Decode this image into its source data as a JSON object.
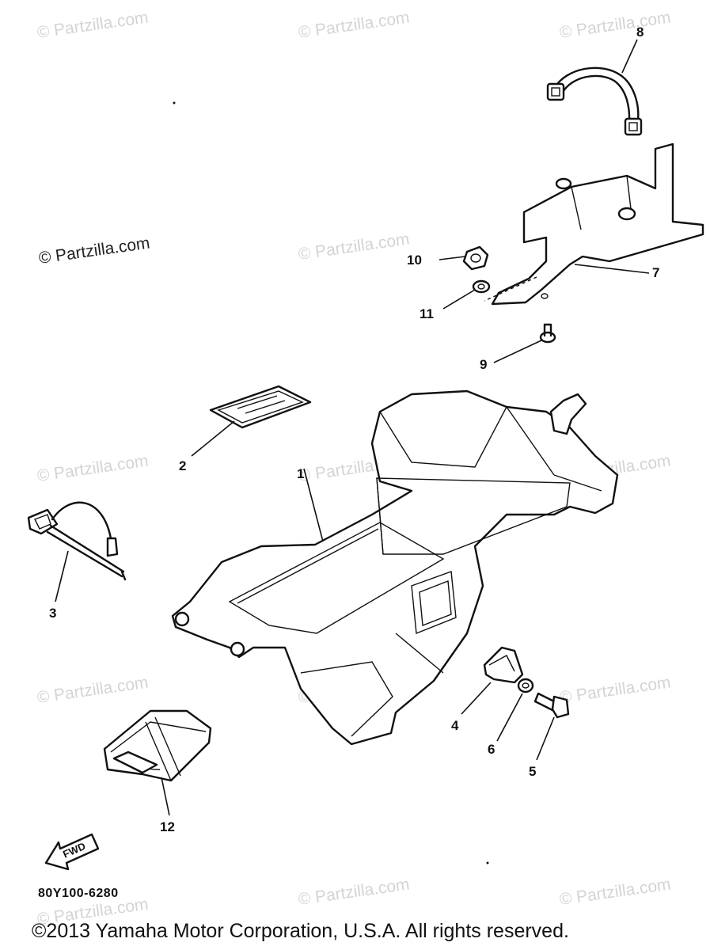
{
  "watermark": {
    "text": "© Partzilla.com",
    "light_color": "#d4d4d4",
    "dark_color": "#222222"
  },
  "callouts": [
    "1",
    "2",
    "3",
    "4",
    "5",
    "6",
    "7",
    "8",
    "9",
    "10",
    "11",
    "12"
  ],
  "fwd_label": "FWD",
  "diagram_code": "80Y100-6280",
  "copyright": "©2013 Yamaha Motor Corporation, U.S.A. All rights reserved."
}
